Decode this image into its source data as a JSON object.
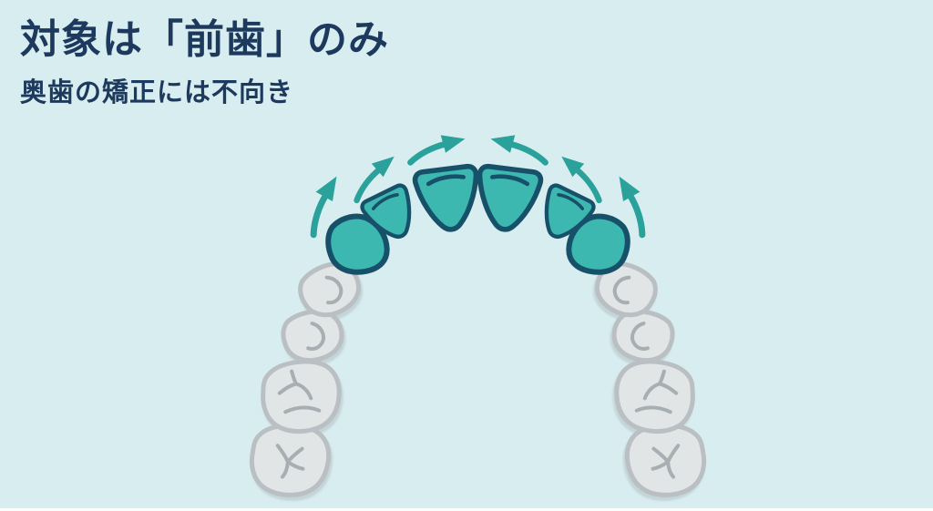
{
  "page": {
    "title": "対象は「前歯」のみ",
    "subtitle": "奥歯の矯正には不向き"
  },
  "colors": {
    "bg": "#d8edf0",
    "ink": "#1d3a5e",
    "tooth-front": "#3cb8b1",
    "tooth-front-outline": "#175169",
    "tooth-back": "#e2e5e6",
    "tooth-back-outline": "#b9bfc2",
    "tooth-back-detail": "#a8afb3",
    "arrow": "#2aa29b",
    "bottom-edge": "#fbfdfd"
  },
  "diagram": {
    "kind": "upper-dental-arch-illustration",
    "front_teeth_count": 6,
    "back_teeth_count": 8,
    "arrow_count": 6,
    "icons": [
      "front-tooth-icon",
      "molar-icon",
      "curved-arrow-icon"
    ]
  }
}
